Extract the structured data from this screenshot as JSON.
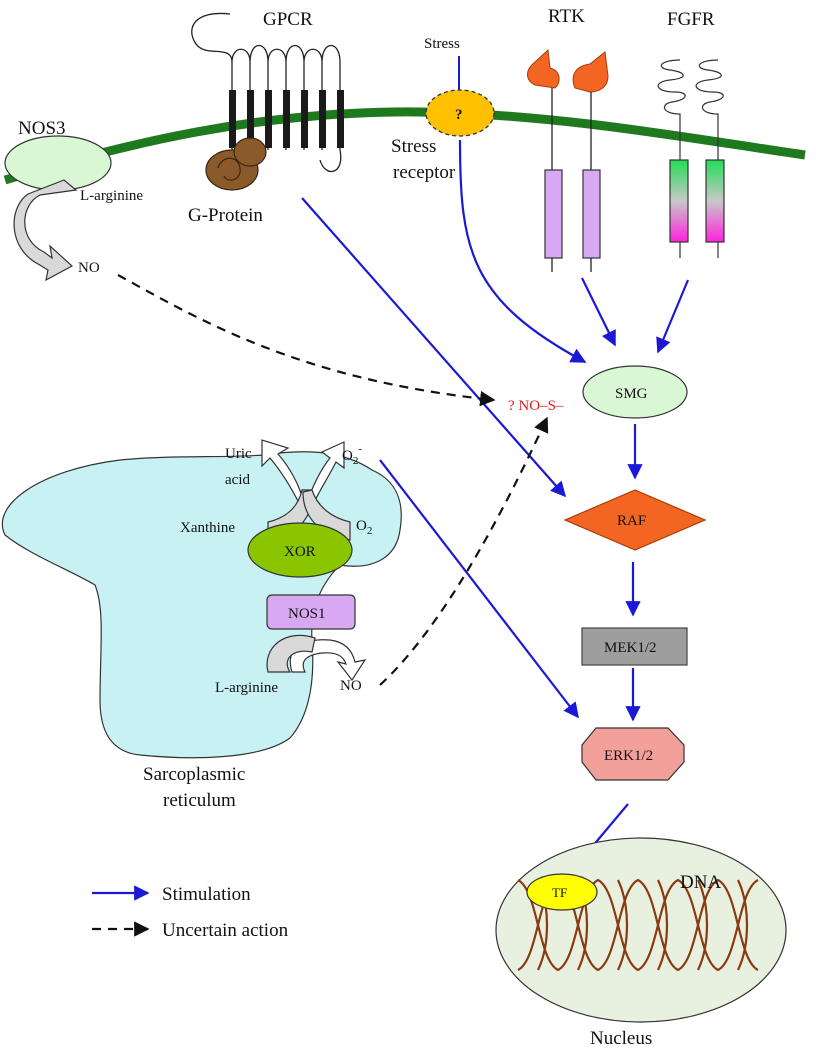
{
  "receptors": {
    "gpcr": "GPCR",
    "stress": "Stress",
    "stress_receptor_line1": "Stress",
    "stress_receptor_line2": "receptor",
    "stress_receptor_mark": "?",
    "rtk": "RTK",
    "fgfr": "FGFR",
    "nos3": "NOS3",
    "g_protein": "G-Protein",
    "l_arginine_top": "L-arginine",
    "no_top": "NO"
  },
  "pathway": {
    "smg": "SMG",
    "no_s": "? NO–S–",
    "raf": "RAF",
    "mek": "MEK1/2",
    "erk": "ERK1/2"
  },
  "sr": {
    "uric_line1": "Uric",
    "uric_line2": "acid",
    "o2_minus": "O",
    "o2_minus_sub": "2",
    "o2_minus_sup": "-",
    "xanthine": "Xanthine",
    "o2": "O",
    "o2_sub": "2",
    "xor": "XOR",
    "nos1": "NOS1",
    "l_arginine": "L-arginine",
    "no": "NO",
    "name_line1": "Sarcoplasmic",
    "name_line2": "reticulum"
  },
  "nucleus": {
    "tf": "TF",
    "dna": "DNA",
    "name": "Nucleus"
  },
  "legend": {
    "stimulation": "Stimulation",
    "uncertain": "Uncertain action"
  },
  "colors": {
    "membrane": "#1f7a1f",
    "arrow_blue": "#1a1ad6",
    "sr_fill": "#c8f1f4",
    "raf": "#f26522",
    "erk": "#f4a09a",
    "mek": "#9e9e9e",
    "rtk": "#d9a8f2",
    "smg": "#d9f7d5",
    "xor": "#8ac600",
    "nos1": "#d9a8f2",
    "tf": "#ffff00",
    "dna": "#8b3a10",
    "nucleus": "#e8f1e0",
    "stress_receptor": "#ffc000"
  }
}
